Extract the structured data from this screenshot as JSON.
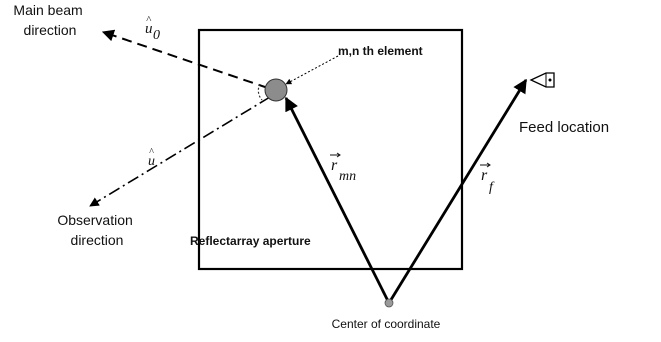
{
  "labels": {
    "main_beam": [
      "Main beam",
      "direction"
    ],
    "element": "m,n th element",
    "feed_location": "Feed location",
    "observation": [
      "Observation",
      "direction"
    ],
    "aperture": "Reflectarray aperture",
    "center": "Center of coordinate"
  },
  "symbols": {
    "u0": {
      "base": "u",
      "hat": "^",
      "sub": "0"
    },
    "u": {
      "base": "u",
      "hat": "^"
    },
    "r_mn": {
      "base": "r",
      "arrow": "⃗",
      "sub": "mn"
    },
    "r_f": {
      "base": "r",
      "arrow": "⃗",
      "sub": "f"
    }
  },
  "colors": {
    "line": "#000000",
    "element_fill": "#8c8c8c",
    "center_dot": "#9a9a9a"
  },
  "icons": {
    "feed": "feed-horn-icon",
    "element": "array-element-icon"
  }
}
